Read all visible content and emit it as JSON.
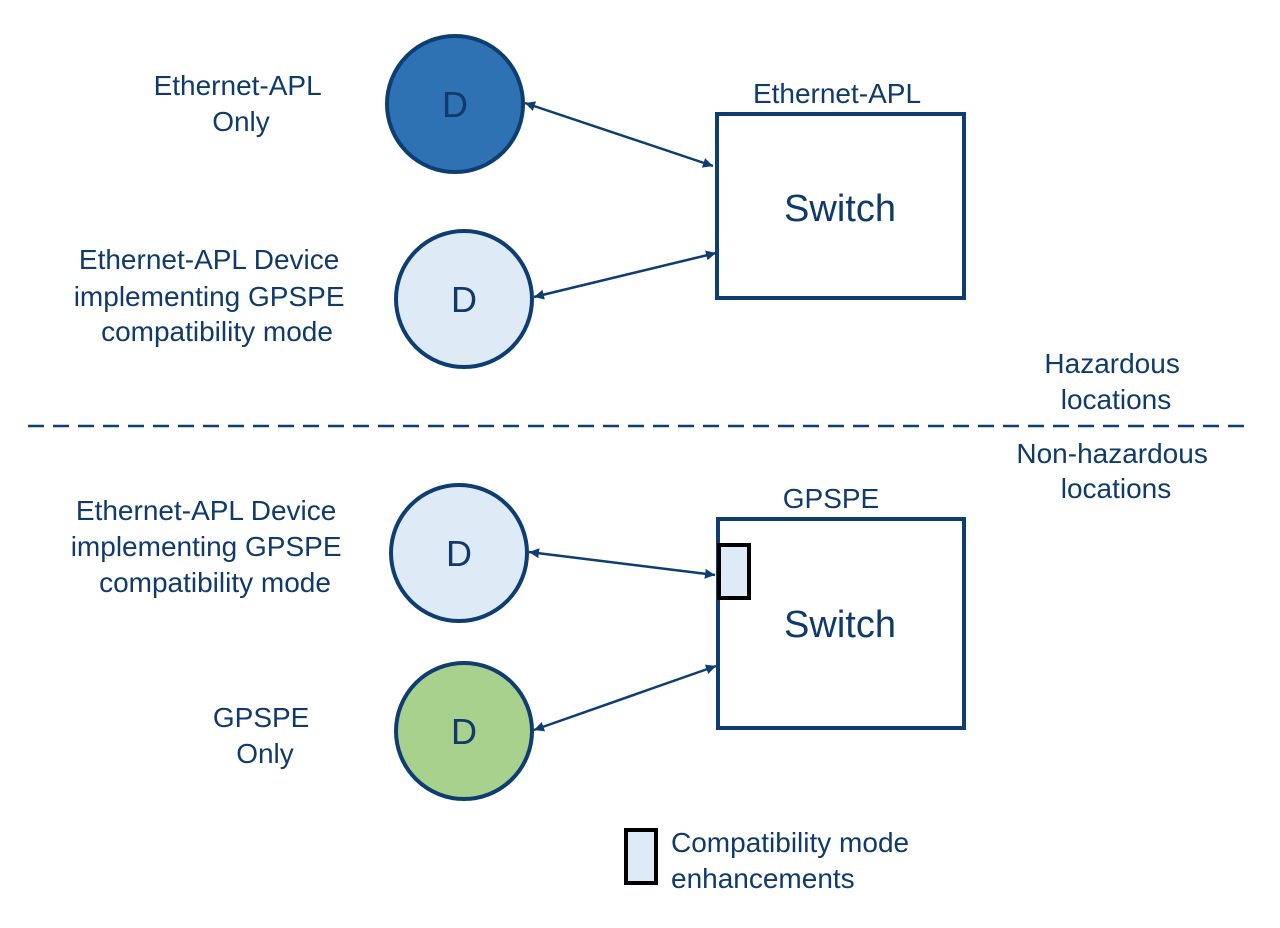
{
  "colors": {
    "text": "#0f3a6b",
    "stroke": "#0e3d72",
    "ethernet_apl_only_fill": "#2e72b4",
    "compat_device_fill": "#deeaf6",
    "gpspe_only_fill": "#a9d18e",
    "compat_marker_fill": "#deeaf6",
    "compat_marker_stroke": "#000000"
  },
  "top": {
    "device_apl_only": {
      "label_lines": [
        "Ethernet-APL",
        "Only"
      ],
      "letter": "D"
    },
    "device_compat": {
      "label_lines": [
        "Ethernet-APL Device",
        "implementing GPSPE",
        "compatibility mode"
      ],
      "letter": "D"
    },
    "switch": {
      "title": "Ethernet-APL",
      "label": "Switch"
    }
  },
  "zones": {
    "hazardous_lines": [
      "Hazardous",
      "locations"
    ],
    "non_hazardous_lines": [
      "Non-hazardous",
      "locations"
    ]
  },
  "bottom": {
    "device_compat": {
      "label_lines": [
        "Ethernet-APL Device",
        "implementing GPSPE",
        "compatibility mode"
      ],
      "letter": "D"
    },
    "device_gpspe_only": {
      "label_lines": [
        "GPSPE",
        "Only"
      ],
      "letter": "D"
    },
    "switch": {
      "title": "GPSPE",
      "label": "Switch"
    }
  },
  "legend": {
    "lines": [
      "Compatibility mode",
      "enhancements"
    ]
  }
}
